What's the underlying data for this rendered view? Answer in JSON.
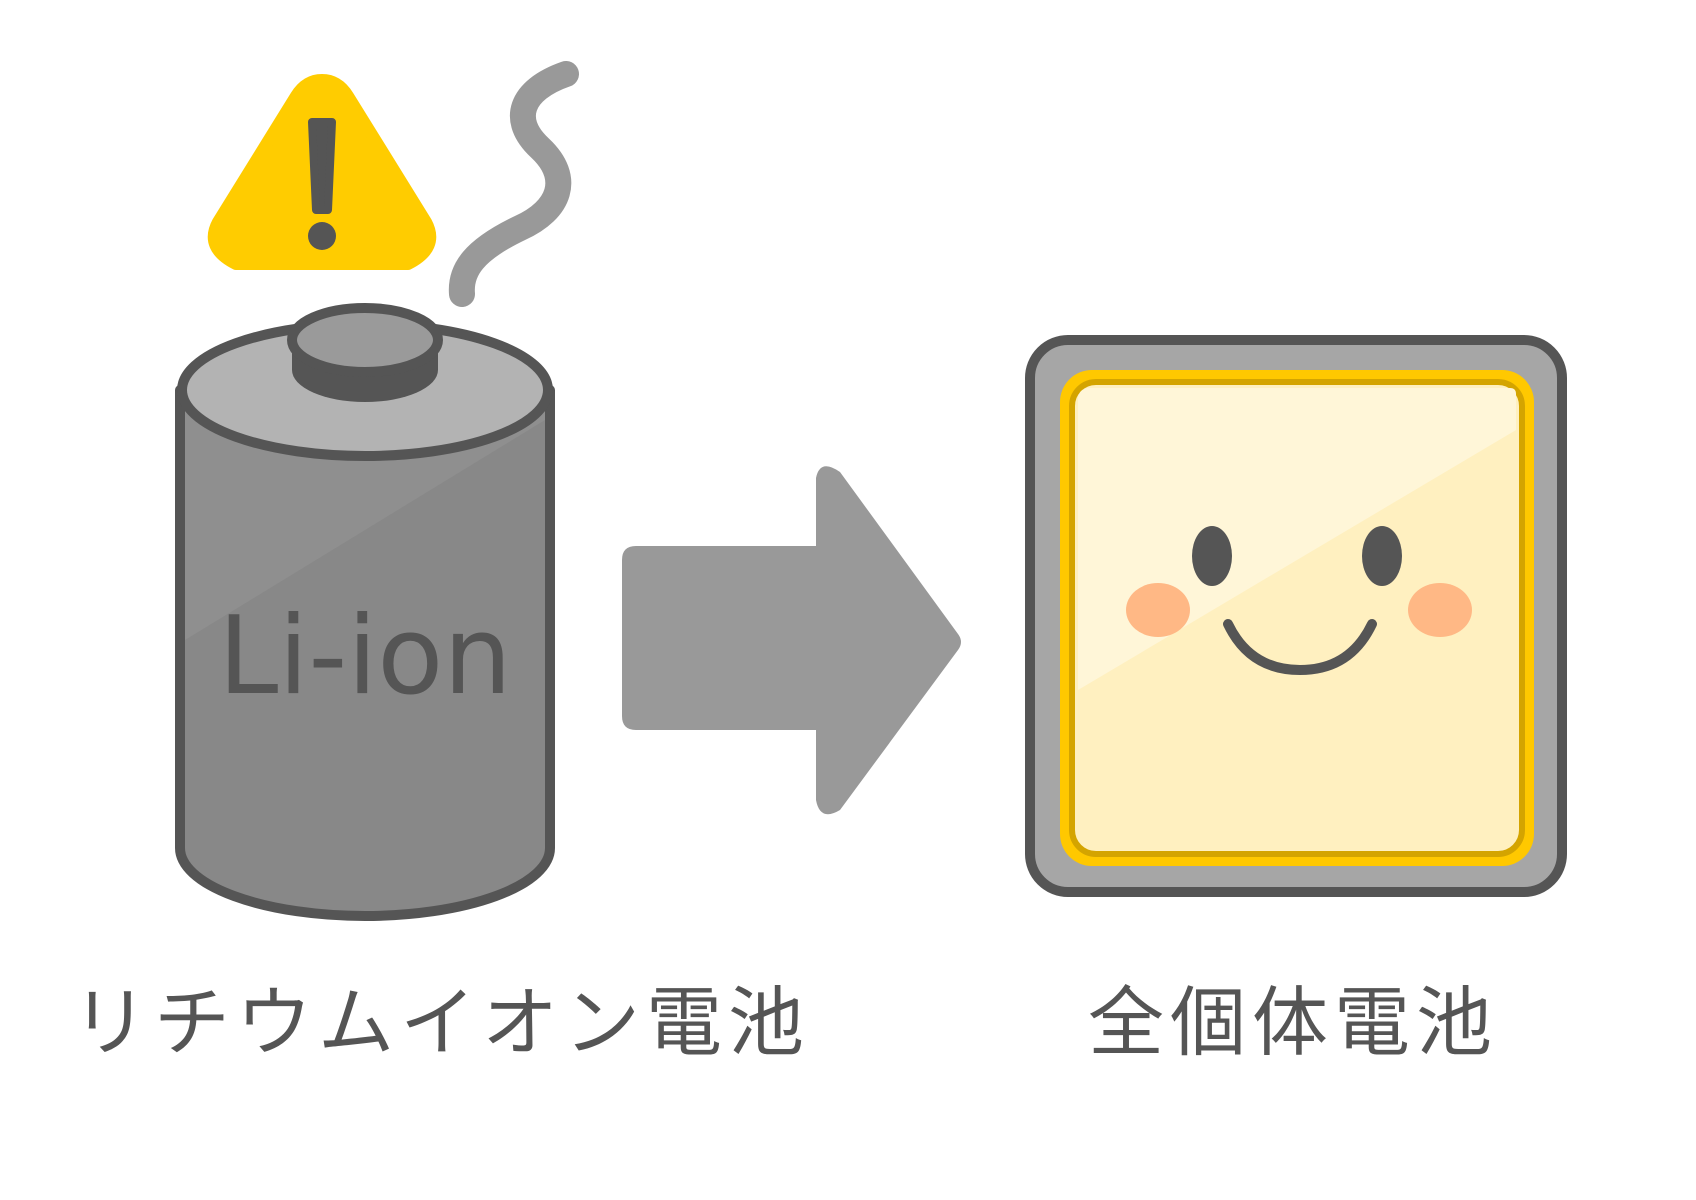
{
  "left_battery": {
    "label": "Li-ion",
    "caption": "リチウムイオン電池",
    "icon": "cylindrical-battery-icon"
  },
  "right_battery": {
    "caption": "全個体電池",
    "icon": "smiling-solid-state-battery-icon"
  },
  "warning_icon": "warning-triangle-icon",
  "smoke_icon": "smoke-wisp-icon",
  "arrow_icon": "right-arrow-icon",
  "colors": {
    "warning_yellow": "#FFCC00",
    "battery_gray": "#888888",
    "outline": "#555555",
    "arrow_gray": "#999999",
    "cell_fill": "#FFF2C4",
    "cell_border": "#FFC800",
    "cheek": "#FFB885"
  }
}
